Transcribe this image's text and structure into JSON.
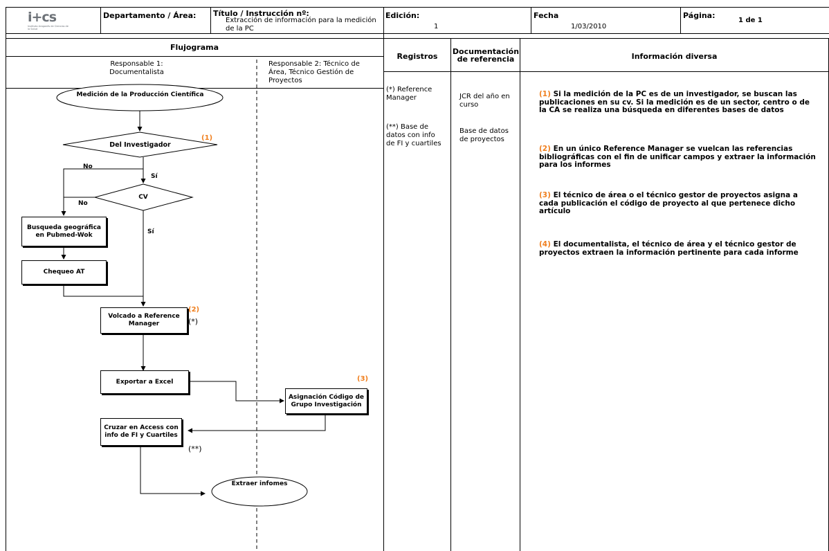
{
  "header": {
    "logo_text": "i+cs",
    "logo_subtext": "Instituto Aragonés de Ciencias de la Salud",
    "departamento_label": "Departamento / Área:",
    "titulo_label": "Título / Instrucción nº:",
    "titulo_value": "Extracción de información para la medición de la PC",
    "edicion_label": "Edición:",
    "edicion_value": "1",
    "fecha_label": "Fecha",
    "fecha_value": "1/03/2010",
    "pagina_label": "Página:",
    "pagina_value": "1 de 1"
  },
  "columns": {
    "flujograma": "Flujograma",
    "responsable1": "Responsable 1: Documentalista",
    "responsable2": "Responsable 2: Técnico de Área, Técnico Gestión de Proyectos",
    "registros": "Registros",
    "documentacion": "Documentación de referencia",
    "informacion": "Información diversa"
  },
  "registros": {
    "item1": "(*) Reference Manager",
    "item2": "(**) Base de datos con info de FI y cuartiles"
  },
  "documentacion": {
    "item1": "JCR del año en curso",
    "item2": "Base de datos de proyectos"
  },
  "flow": {
    "start": "Medición de la Producción Científica",
    "decision1": "Del Investigador",
    "decision2": "CV",
    "busqueda": "Busqueda geográfica en Pubmed-Wok",
    "chequeo": "Chequeo AT",
    "volcado": "Volcado a Reference Manager",
    "exportar": "Exportar a Excel",
    "asignacion": "Asignación Código de Grupo Investigación",
    "cruzar": "Cruzar en Access con info de FI y Cuartiles",
    "extraer": "Extraer infomes",
    "no": "No",
    "si": "Sí",
    "mark1": "(1)",
    "mark2": "(2)",
    "mark3": "(3)",
    "star1": "(*)",
    "star2": "(**)"
  },
  "notes": {
    "n1_num": "(1)",
    "n1_text": "Si la medición de la PC es de un investigador, se buscan las publicaciones en su  cv. Si la medición es de un sector, centro o de la CA se realiza una búsqueda en diferentes bases de datos",
    "n2_num": "(2)",
    "n2_text": "En un único Reference Manager se vuelcan las referencias bibliográficas con el fin de unificar campos y extraer la información para los informes",
    "n3_num": "(3)",
    "n3_text": "El técnico de área o el técnico gestor de proyectos asigna a cada publicación el código de proyecto al que pertenece dicho artículo",
    "n4_num": "(4)",
    "n4_text": "El documentalista, el técnico de área y el técnico gestor de proyectos extraen la información pertinente para cada informe"
  },
  "colors": {
    "accent_orange": "#f07f1e",
    "logo_red": "#d8232a",
    "logo_grey": "#6d7278"
  }
}
